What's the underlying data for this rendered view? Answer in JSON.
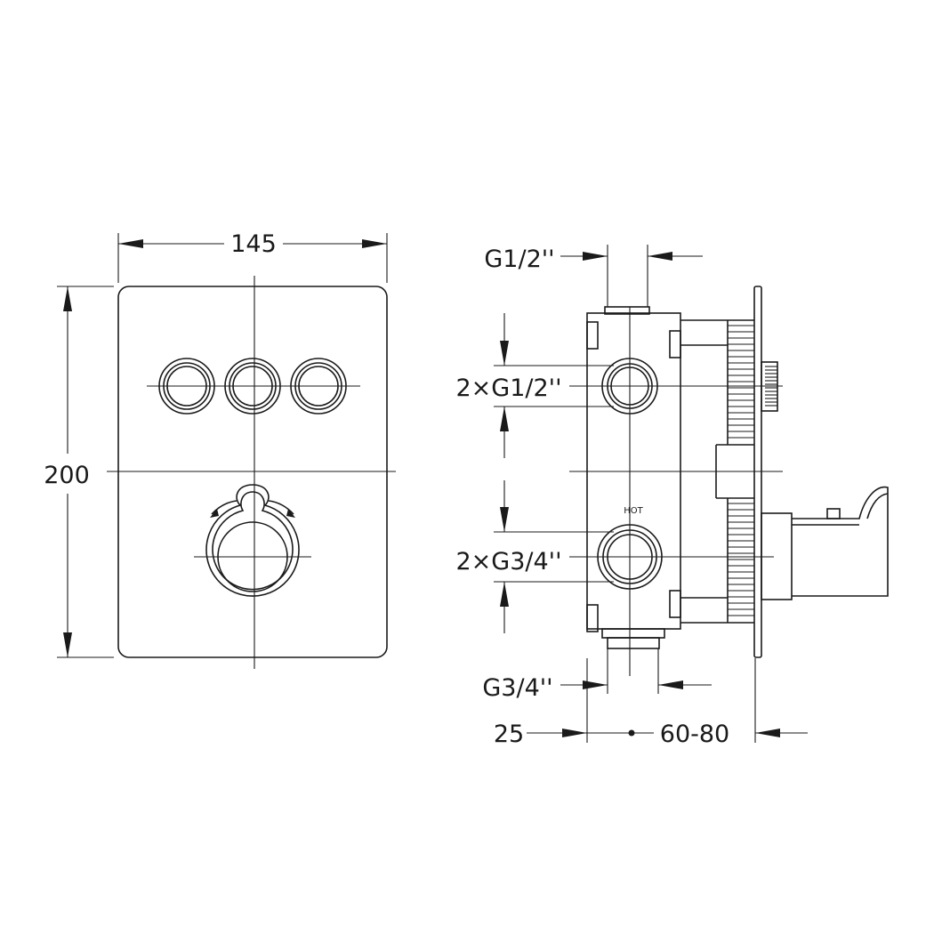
{
  "front_view": {
    "width_label": "145",
    "height_label": "200"
  },
  "side_view": {
    "top_outlet_label": "G1/2''",
    "upper_ports_label": "2×G1/2''",
    "lower_ports_label": "2×G3/4''",
    "bottom_outlet_label": "G3/4''",
    "depth_label": "25",
    "wall_range_label": "60-80",
    "hot_label": "HOT"
  },
  "colors": {
    "line": "#1a1a1a",
    "background": "#ffffff"
  }
}
